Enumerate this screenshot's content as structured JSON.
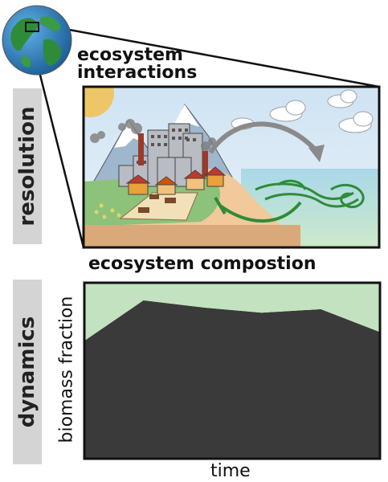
{
  "headings": {
    "interactions": [
      "ecosystem",
      "interactions"
    ],
    "composition": "ecosystem compostion"
  },
  "side_labels": {
    "top": "resolution",
    "bottom": "dynamics"
  },
  "chart_data": {
    "type": "area",
    "xlabel": "time",
    "ylabel": "biomass fraction",
    "x": [
      0,
      1,
      2,
      3,
      4,
      5
    ],
    "series": [
      {
        "values": [
          0.67,
          0.9,
          0.86,
          0.83,
          0.85,
          0.72
        ],
        "color": "#3a3a3a"
      },
      {
        "values": [
          0.33,
          0.1,
          0.14,
          0.17,
          0.15,
          0.28
        ],
        "color": "#c3e2bf"
      }
    ],
    "ylim": [
      0,
      1
    ],
    "stacked": true
  },
  "colors": {
    "panel_border": "#111111",
    "side_tab": "#d4d4d4",
    "globe_ocean": "#2d7fc0",
    "globe_land": "#2f8b3a",
    "arrow_gray": "#8a8a8a",
    "inhibition_green": "#2f8b3a"
  }
}
